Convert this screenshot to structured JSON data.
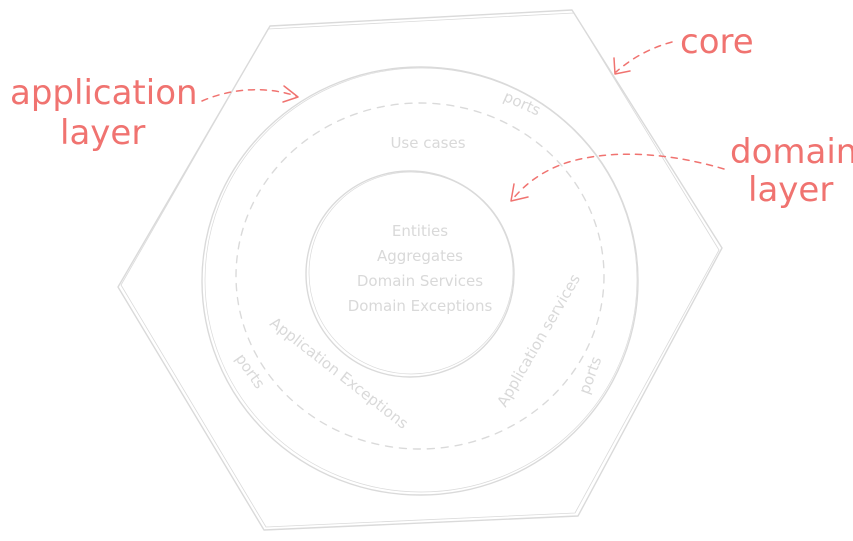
{
  "labels": {
    "core": "core",
    "application_layer_1": "application",
    "application_layer_2": "layer",
    "domain_layer_1": "domain",
    "domain_layer_2": "layer"
  },
  "inner": {
    "entities": "Entities",
    "aggregates": "Aggregates",
    "domain_services": "Domain Services",
    "domain_exceptions": "Domain Exceptions"
  },
  "middle": {
    "use_cases": "Use cases",
    "application_services": "Application services",
    "application_exceptions": "Application Exceptions"
  },
  "outer": {
    "ports_top": "ports",
    "ports_left": "ports",
    "ports_right": "ports"
  },
  "colors": {
    "annotation": "#f07370",
    "sketch": "#dadada",
    "faint_text": "#d9d9d9"
  }
}
